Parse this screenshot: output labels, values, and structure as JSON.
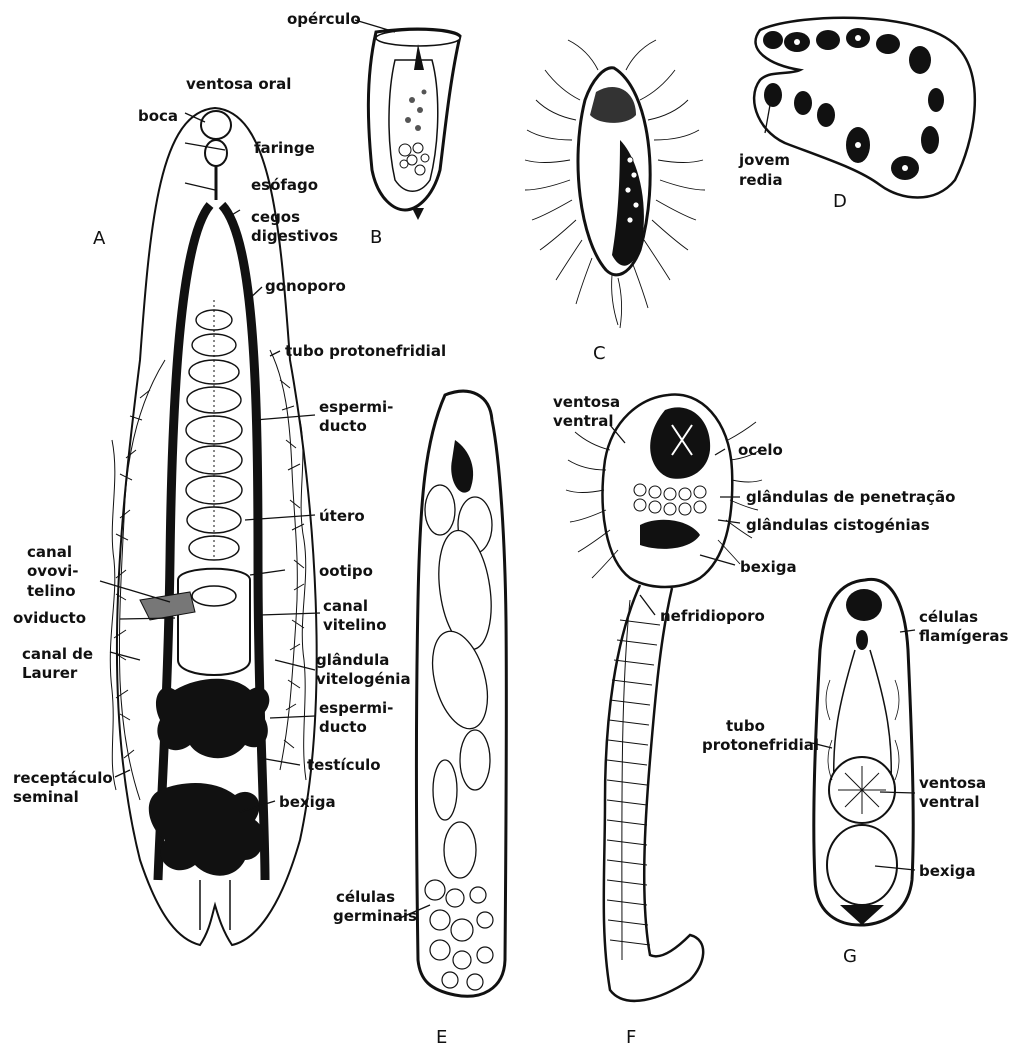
{
  "panels": {
    "A": "A",
    "B": "B",
    "C": "C",
    "D": "D",
    "E": "E",
    "F": "F",
    "G": "G"
  },
  "labels": {
    "opérculo": "opérculo",
    "ventosa_oral": "ventosa oral",
    "boca": "boca",
    "faringe": "faringe",
    "esofago": "esófago",
    "cegos": "cegos",
    "digestivos": "digestivos",
    "gonoporo": "gonoporo",
    "tubo_protonefridial_A": "tubo protonefridial",
    "espermi_1": "espermi-",
    "ducto_1": "ducto",
    "utero": "útero",
    "canal_1": "canal",
    "ovovi": "ovovi-",
    "telino": "telino",
    "oviducto": "oviducto",
    "ootipo": "ootipo",
    "canal_vit_1": "canal",
    "vitelino": "vitelino",
    "canal_de": "canal de",
    "laurer": "Laurer",
    "glandula": "glândula",
    "vitelogenia": "vitelogénia",
    "espermi_2": "espermi-",
    "ducto_2": "ducto",
    "receptaculo": "receptáculo",
    "seminal": "seminal",
    "testiculo": "testículo",
    "bexiga_A": "bexiga",
    "jovem": "jovem",
    "redia": "redia",
    "celulas_germ": "células",
    "germinais": "germinais",
    "ventosa_F": "ventosa",
    "ventral_F": "ventral",
    "ocelo": "ocelo",
    "gland_pen": "glândulas de penetração",
    "gland_cist": "glândulas cistogénias",
    "bexiga_F": "bexiga",
    "nefridioporo": "nefridioporo",
    "celulas_G": "células",
    "flamigeras": "flamígeras",
    "tubo_G": "tubo",
    "protonefridial_G": "protonefridial",
    "ventosa_G": "ventosa",
    "ventral_G": "ventral",
    "bexiga_G": "bexiga"
  }
}
